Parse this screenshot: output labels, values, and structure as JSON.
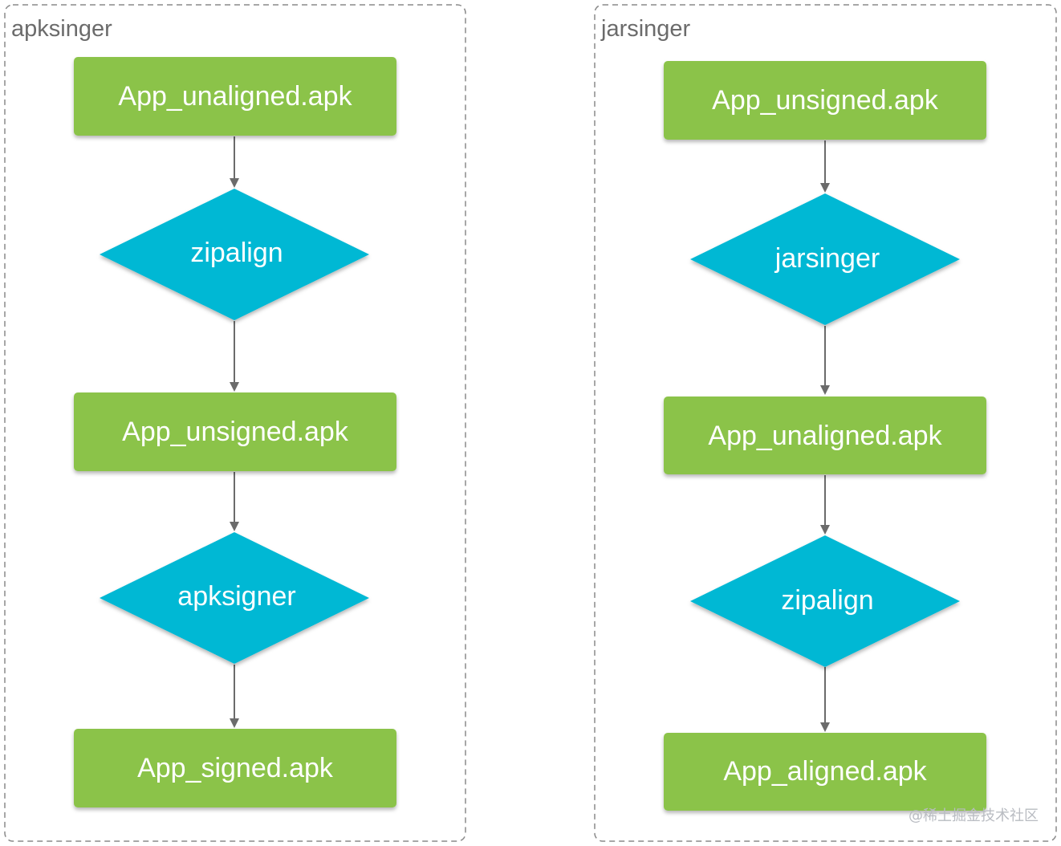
{
  "colors": {
    "process_box": "#8bc34a",
    "decision_diamond": "#00b8d4",
    "arrow": "#6b6b6b",
    "group_border": "#8a8a8a",
    "label_text": "#ffffff"
  },
  "groups": [
    {
      "id": "apksinger",
      "label": "apksinger",
      "nodes": [
        {
          "type": "process",
          "label": "App_unaligned.apk"
        },
        {
          "type": "decision",
          "label": "zipalign"
        },
        {
          "type": "process",
          "label": "App_unsigned.apk"
        },
        {
          "type": "decision",
          "label": "apksigner"
        },
        {
          "type": "process",
          "label": "App_signed.apk"
        }
      ]
    },
    {
      "id": "jarsinger",
      "label": "jarsinger",
      "nodes": [
        {
          "type": "process",
          "label": "App_unsigned.apk"
        },
        {
          "type": "decision",
          "label": "jarsinger"
        },
        {
          "type": "process",
          "label": "App_unaligned.apk"
        },
        {
          "type": "decision",
          "label": "zipalign"
        },
        {
          "type": "process",
          "label": "App_aligned.apk"
        }
      ]
    }
  ],
  "watermark": "@稀土掘金技术社区"
}
